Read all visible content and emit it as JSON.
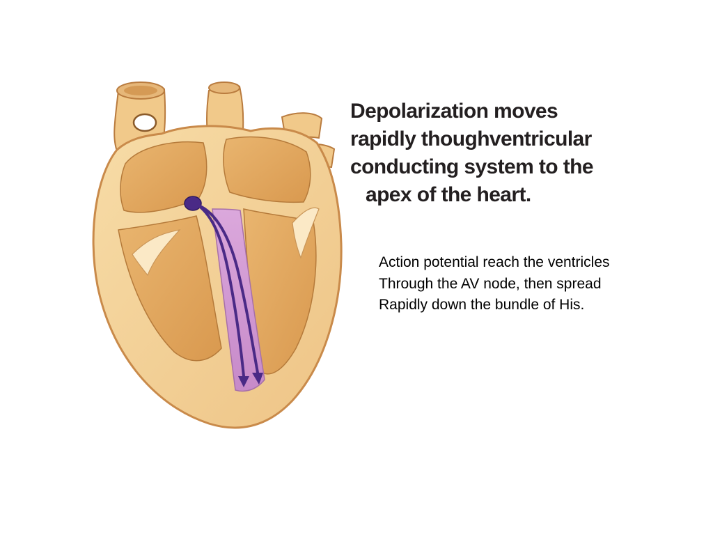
{
  "heading": {
    "lines": [
      "Depolarization moves",
      "rapidly  thoughventricular",
      "conducting system to the",
      "apex of the heart."
    ]
  },
  "caption": {
    "lines": [
      "Action potential reach the ventricles",
      "Through the AV node, then spread",
      "Rapidly down the bundle of His."
    ]
  },
  "colors": {
    "heart_wall": "#f3cf93",
    "heart_outline": "#c98a4a",
    "septum_fill": "#cf96cf",
    "conduction_path": "#4a2a86",
    "node": "#4a2a86"
  },
  "icons": {
    "heart": "heart-cross-section-icon",
    "av_node": "av-node-icon",
    "bundle_arrows": "arrow-down-icon"
  }
}
